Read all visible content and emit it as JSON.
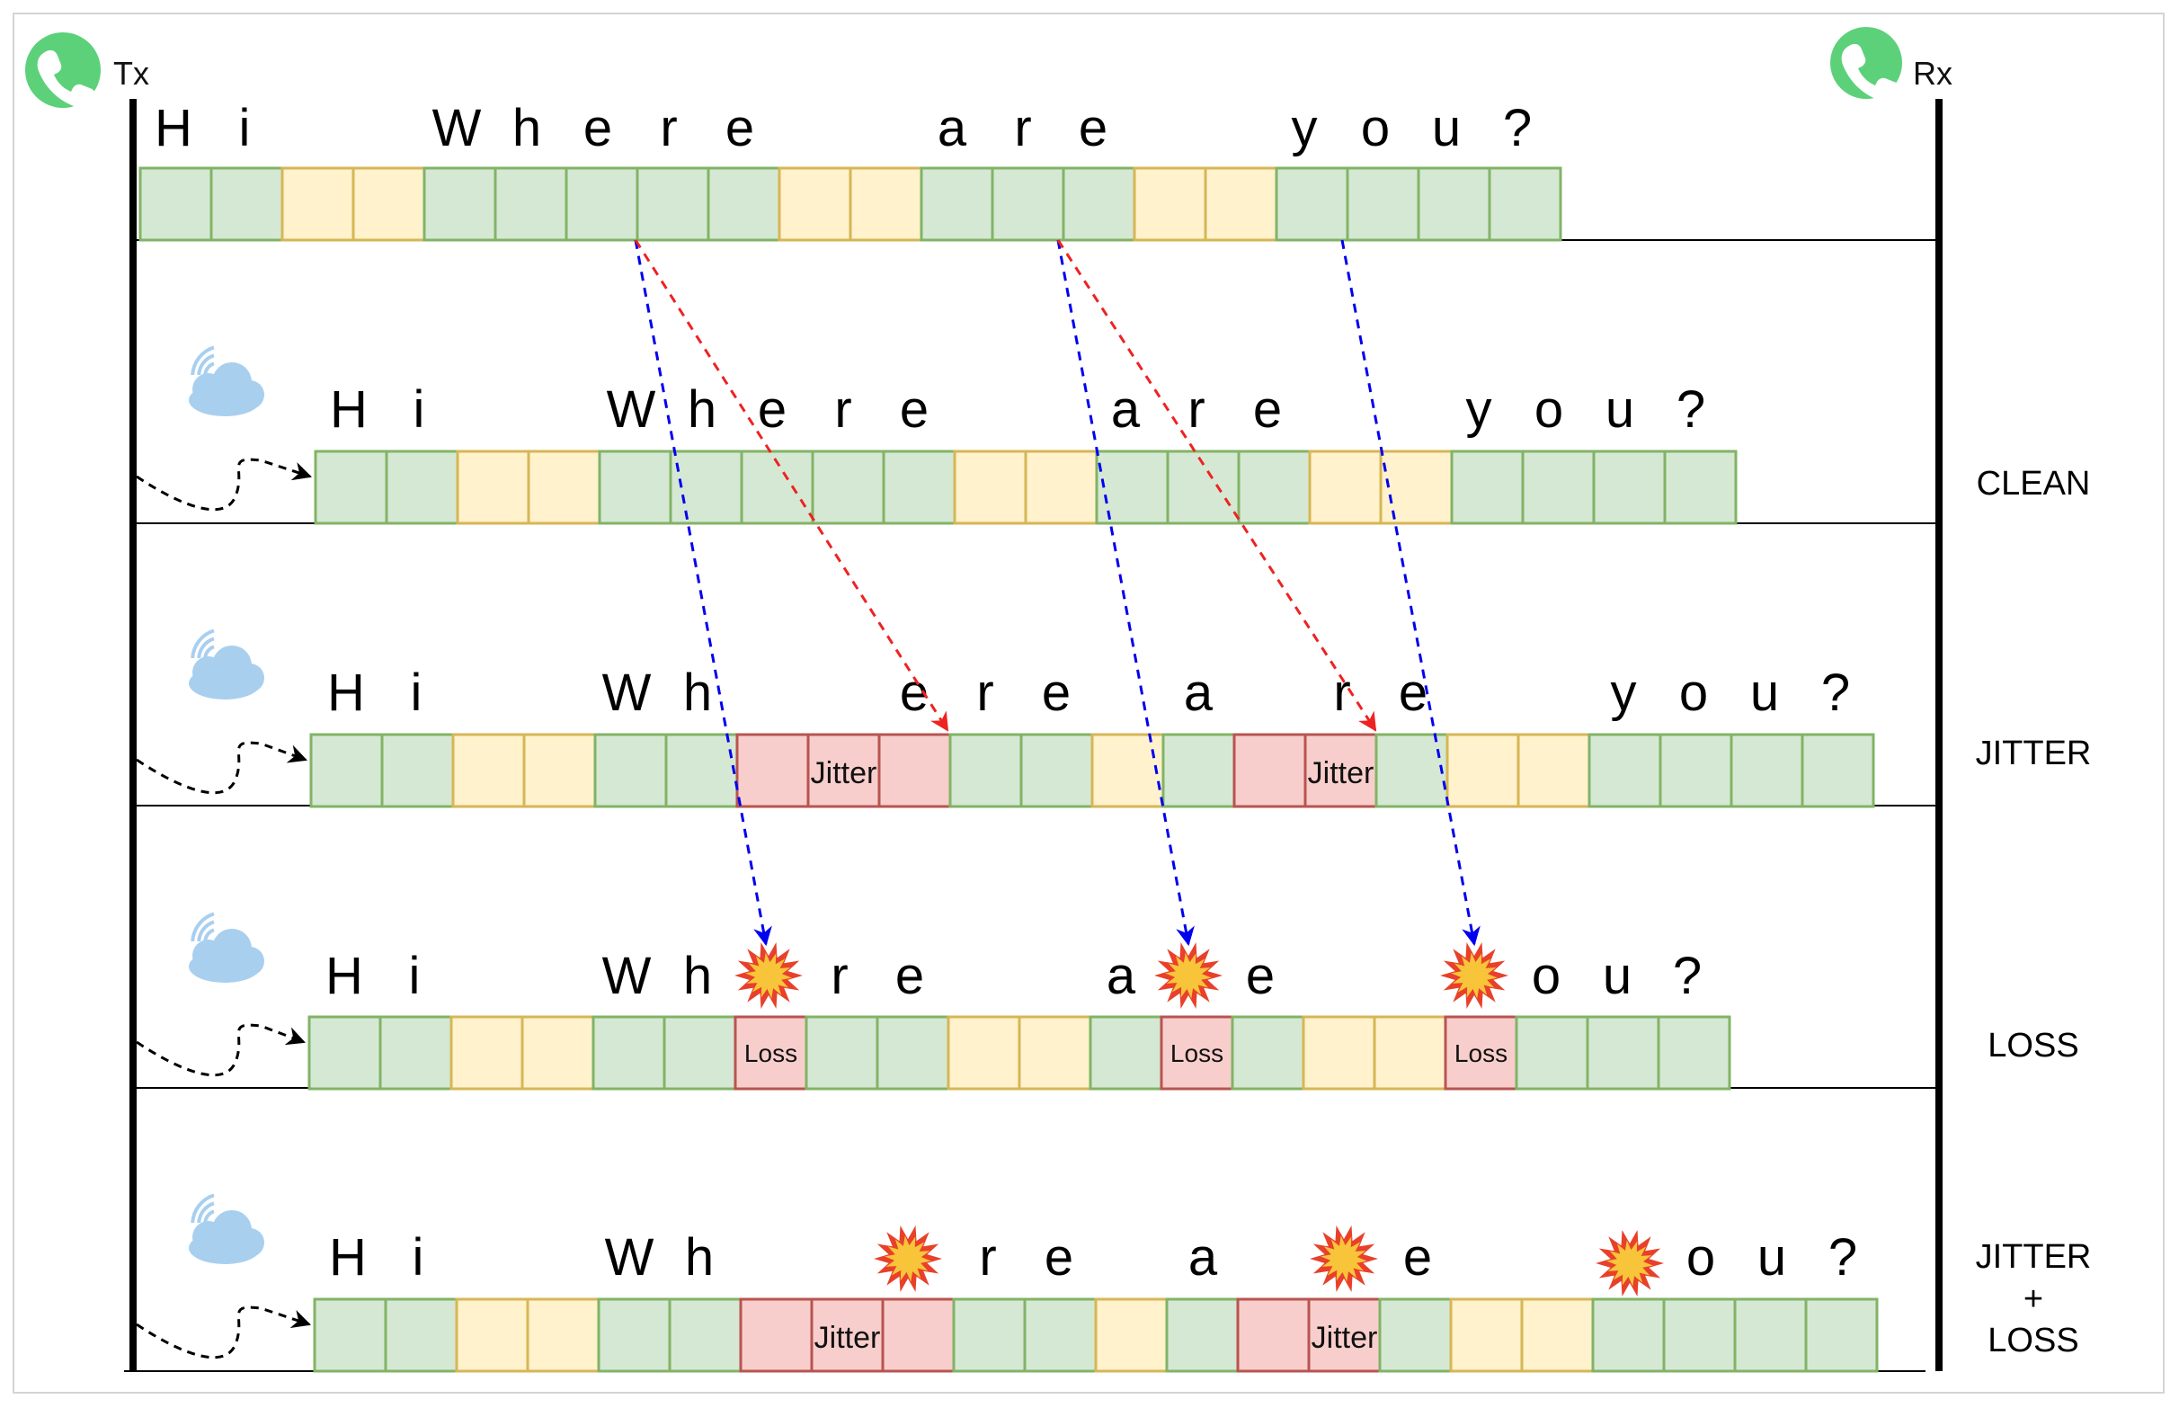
{
  "endpoints": {
    "tx": {
      "label": "Tx",
      "icon": "phone-icon"
    },
    "rx": {
      "label": "Rx",
      "icon": "phone-icon"
    }
  },
  "colors": {
    "green_fill": "#d5e8d4",
    "green_stroke": "#82b366",
    "yellow_fill": "#fff2cc",
    "yellow_stroke": "#d6b656",
    "red_fill": "#f8cecc",
    "red_stroke": "#b85450",
    "blue_arrow": "#0000ee",
    "red_arrow": "#ee2222",
    "phone": "#5cd17a",
    "cloud": "#a9cfef"
  },
  "rows": [
    {
      "id": "original",
      "label": "",
      "letters": [
        "H",
        "i",
        "W",
        "h",
        "e",
        "r",
        "e",
        "a",
        "r",
        "e",
        "y",
        "o",
        "u",
        "?"
      ],
      "cells": [
        "g",
        "g",
        "y",
        "y",
        "g",
        "g",
        "g",
        "g",
        "g",
        "y",
        "y",
        "g",
        "g",
        "g",
        "y",
        "y",
        "g",
        "g",
        "g",
        "g"
      ]
    },
    {
      "id": "clean",
      "label": "CLEAN",
      "letters": [
        "H",
        "i",
        "W",
        "h",
        "e",
        "r",
        "e",
        "a",
        "r",
        "e",
        "y",
        "o",
        "u",
        "?"
      ],
      "cells": [
        "g",
        "g",
        "y",
        "y",
        "g",
        "g",
        "g",
        "g",
        "g",
        "y",
        "y",
        "g",
        "g",
        "g",
        "y",
        "y",
        "g",
        "g",
        "g",
        "g"
      ]
    },
    {
      "id": "jitter",
      "label": "JITTER",
      "letters": [
        "H",
        "i",
        "W",
        "h",
        "e",
        "r",
        "e",
        "a",
        "r",
        "e",
        "y",
        "o",
        "u",
        "?"
      ],
      "cells": [
        "g",
        "g",
        "y",
        "y",
        "g",
        "g",
        "r",
        "r",
        "r",
        "g",
        "g",
        "y",
        "g",
        "r",
        "r",
        "g",
        "y",
        "y",
        "g",
        "g",
        "g",
        "g"
      ],
      "cell_text": {
        "6": "Jitter",
        "13": "Jitter"
      }
    },
    {
      "id": "loss",
      "label": "LOSS",
      "letters": [
        "H",
        "i",
        "W",
        "h",
        "r",
        "e",
        "a",
        "e",
        "o",
        "u",
        "?"
      ],
      "cells": [
        "g",
        "g",
        "y",
        "y",
        "g",
        "g",
        "r",
        "g",
        "g",
        "y",
        "y",
        "g",
        "r",
        "g",
        "y",
        "y",
        "r",
        "g",
        "g",
        "g"
      ],
      "cell_text": {
        "6": "Loss",
        "12": "Loss",
        "16": "Loss"
      }
    },
    {
      "id": "jitter-loss",
      "label_lines": [
        "JITTER",
        "+",
        "LOSS"
      ],
      "letters": [
        "H",
        "i",
        "W",
        "h",
        "r",
        "e",
        "a",
        "e",
        "o",
        "u",
        "?"
      ],
      "cells": [
        "g",
        "g",
        "y",
        "y",
        "g",
        "g",
        "r",
        "r",
        "r",
        "g",
        "g",
        "y",
        "g",
        "r",
        "r",
        "g",
        "y",
        "y",
        "g",
        "g",
        "g",
        "g"
      ],
      "cell_text": {
        "6": "Jitter",
        "13": "Jitter"
      }
    }
  ]
}
